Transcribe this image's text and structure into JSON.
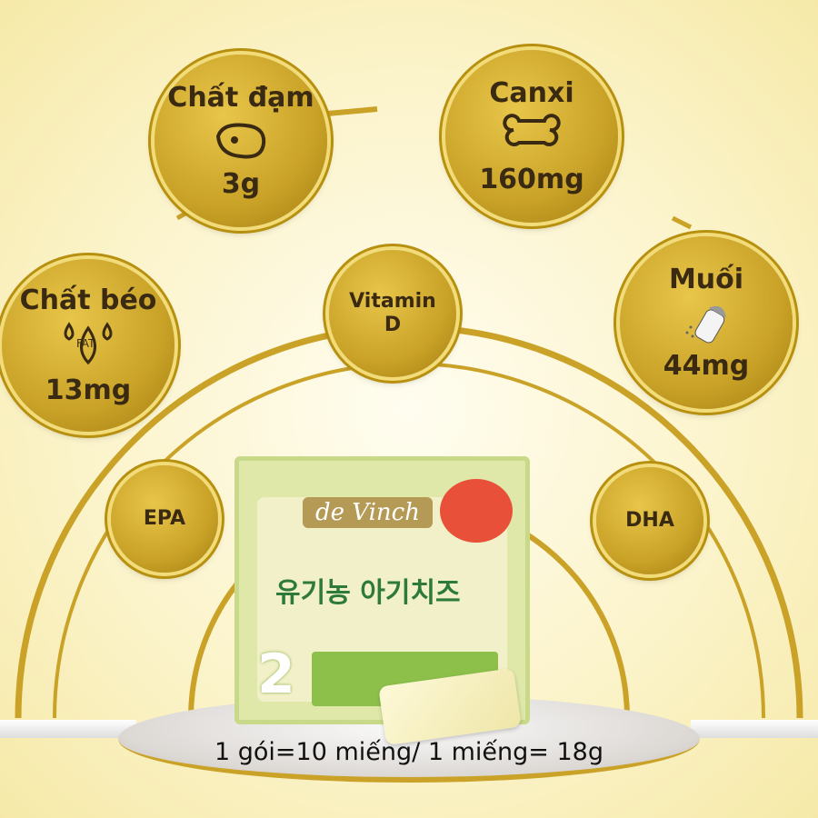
{
  "nutrients": {
    "protein": {
      "label": "Chất đạm",
      "value": "3g",
      "icon": "steak-icon"
    },
    "calcium": {
      "label": "Canxi",
      "value": "160mg",
      "icon": "bone-icon"
    },
    "fat": {
      "label": "Chất béo",
      "icon_text": "FAT",
      "value": "13mg",
      "icon": "fat-drops-icon"
    },
    "vitamin_d": {
      "label_line1": "Vitamin",
      "label_line2": "D"
    },
    "salt": {
      "label": "Muối",
      "value": "44mg",
      "icon": "salt-shaker-icon"
    },
    "epa": {
      "label": "EPA"
    },
    "dha": {
      "label": "DHA"
    }
  },
  "product": {
    "brand": "de Vinch",
    "name": "유기농 아기치즈",
    "stage": "2"
  },
  "caption": "1 gói=10 miếng/ 1 miếng= 18g",
  "colors": {
    "gold": "#c9a227",
    "text": "#3a2a12",
    "background": "#fbf3c8"
  }
}
